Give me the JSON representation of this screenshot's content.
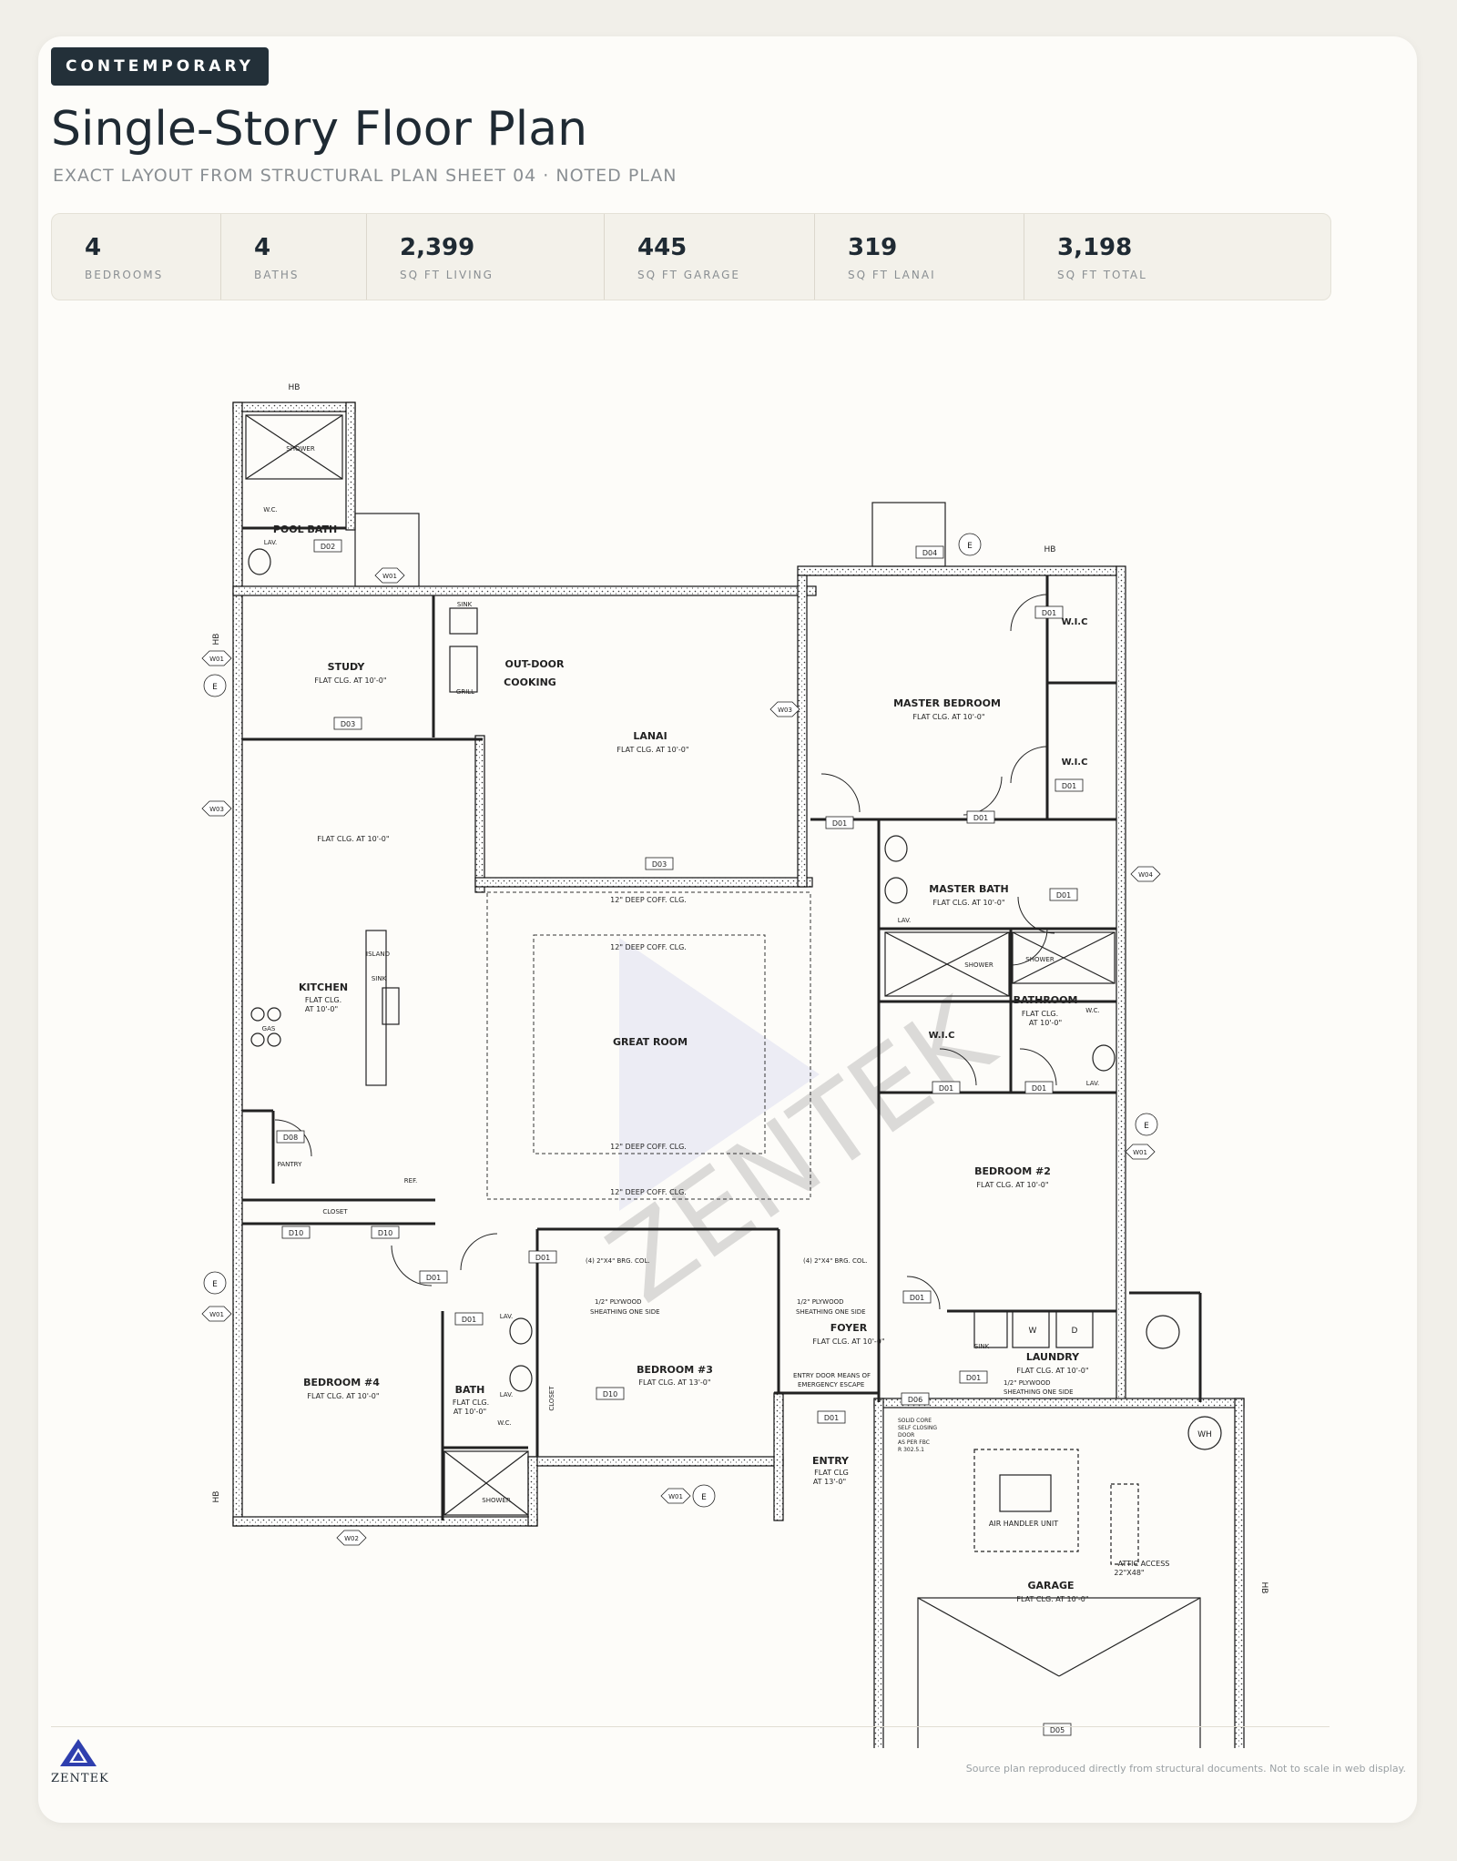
{
  "header": {
    "badge": "CONTEMPORARY",
    "title": "Single-Story Floor Plan",
    "subtitle": "EXACT LAYOUT FROM STRUCTURAL PLAN SHEET 04 · NOTED PLAN"
  },
  "stats": [
    {
      "value": "4",
      "label": "BEDROOMS"
    },
    {
      "value": "4",
      "label": "BATHS"
    },
    {
      "value": "2,399",
      "label": "SQ FT LIVING"
    },
    {
      "value": "445",
      "label": "SQ FT GARAGE"
    },
    {
      "value": "319",
      "label": "SQ FT LANAI"
    },
    {
      "value": "3,198",
      "label": "SQ FT TOTAL"
    }
  ],
  "plan": {
    "watermark": "ZENTEK",
    "rooms": {
      "pool_bath": "POOL BATH",
      "shower_pool": "SHOWER",
      "wc_pool": "W.C.",
      "lav_pool": "LAV.",
      "study": "STUDY",
      "study_clg": "FLAT CLG. AT 10'-0\"",
      "living_clg": "FLAT CLG. AT 10'-0\"",
      "outdoor_1": "OUT-DOOR",
      "outdoor_2": "COOKING",
      "sink": "SINK",
      "grill": "GRILL",
      "lanai": "LANAI",
      "lanai_clg": "FLAT CLG. AT 10'-0\"",
      "master_bedroom": "MASTER BEDROOM",
      "master_bedroom_clg": "FLAT CLG. AT 10'-0\"",
      "wic_a": "W.I.C",
      "wic_b": "W.I.C",
      "master_bath": "MASTER BATH",
      "master_bath_clg": "FLAT CLG. AT 10'-0\"",
      "lav_master": "LAV.",
      "shower_master_a": "SHOWER",
      "shower_master_b": "SHOWER",
      "bathroom": "BATHROOM",
      "bathroom_clg_1": "FLAT CLG.",
      "bathroom_clg_2": "AT 10'-0\"",
      "wc_bathroom": "W.C.",
      "lav_bathroom": "LAV.",
      "wic_c": "W.I.C",
      "kitchen": "KITCHEN",
      "kitchen_clg_1": "FLAT CLG.",
      "kitchen_clg_2": "AT 10'-0\"",
      "island": "ISLAND",
      "kitchen_sink": "SINK",
      "gas": "GAS",
      "coff_top": "12\" DEEP COFF. CLG.",
      "coff_inner_top": "12\" DEEP COFF. CLG.",
      "great_room": "GREAT ROOM",
      "coff_inner_bottom": "12\" DEEP COFF. CLG.",
      "coff_bottom": "12\" DEEP COFF. CLG.",
      "pantry": "PANTRY",
      "ref": "REF.",
      "closet": "CLOSET",
      "bedroom2": "BEDROOM #2",
      "bedroom2_clg": "FLAT CLG. AT 10'-0\"",
      "bedroom4": "BEDROOM #4",
      "bedroom4_clg": "FLAT CLG. AT 10'-0\"",
      "bath": "BATH",
      "bath_clg_1": "FLAT CLG.",
      "bath_clg_2": "AT 10'-0\"",
      "lav_bath_a": "LAV.",
      "lav_bath_b": "LAV.",
      "wc_bath": "W.C.",
      "shower_bath": "SHOWER",
      "closet_b3": "CLOSET",
      "bedroom3": "BEDROOM #3",
      "bedroom3_clg": "FLAT CLG. AT 13'-0\"",
      "foyer": "FOYER",
      "foyer_clg": "FLAT CLG. AT 10'-0\"",
      "laundry": "LAUNDRY",
      "laundry_clg": "FLAT CLG. AT 10'-0\"",
      "laundry_sink": "SINK",
      "washer": "W",
      "dryer": "D",
      "entry": "ENTRY",
      "entry_clg_1": "FLAT CLG",
      "entry_clg_2": "AT 13'-0\"",
      "air_handler": "AIR HANDLER UNIT",
      "attic_1": "ATTIC ACCESS",
      "attic_2": "22\"X48\"",
      "garage": "GARAGE",
      "garage_clg": "FLAT CLG. AT 10'-0\"",
      "wh": "WH"
    },
    "notes": {
      "brg_col_a": "(4) 2\"X4\" BRG. COL.",
      "brg_col_b": "(4) 2\"X4\" BRG. COL.",
      "plywood_a_1": "1/2\" PLYWOOD",
      "plywood_a_2": "SHEATHING ONE SIDE",
      "plywood_b_1": "1/2\" PLYWOOD",
      "plywood_b_2": "SHEATHING ONE SIDE",
      "plywood_c_1": "1/2\" PLYWOOD",
      "plywood_c_2": "SHEATHING ONE SIDE",
      "entry_door_1": "ENTRY DOOR MEANS OF",
      "entry_door_2": "EMERGENCY ESCAPE",
      "solid_1": "SOLID CORE",
      "solid_2": "SELF CLOSING",
      "solid_3": "DOOR",
      "solid_4": "AS PER FBC",
      "solid_5": "R 302.5.1"
    },
    "tags": {
      "d01_a": "D01",
      "d01_b": "D01",
      "d01_c": "D01",
      "d01_d": "D01",
      "d01_e": "D01",
      "d01_f": "D01",
      "d01_g": "D01",
      "d01_h": "D01",
      "d01_i": "D01",
      "d01_j": "D01",
      "d01_k": "D01",
      "d01_l": "D01",
      "d01_m": "D01",
      "d02": "D02",
      "d03_a": "D03",
      "d03_b": "D03",
      "d04": "D04",
      "d05": "D05",
      "d06": "D06",
      "d08": "D08",
      "d10_a": "D10",
      "d10_b": "D10",
      "d10_c": "D10"
    },
    "windows": {
      "w01_a": "W01",
      "w01_b": "W01",
      "w01_c": "W01",
      "w01_d": "W01",
      "w01_e": "W01",
      "w02": "W02",
      "w03_a": "W03",
      "w03_b": "W03",
      "w04": "W04"
    },
    "markers": {
      "hb_a": "HB",
      "hb_b": "HB",
      "hb_c": "HB",
      "hb_d": "HB",
      "hb_e": "HB",
      "e_a": "E",
      "e_b": "E",
      "e_c": "E",
      "e_d": "E",
      "e_e": "E"
    }
  },
  "footer": {
    "logo": "ZENTEK",
    "note": "Source plan reproduced directly from structural documents. Not to scale in web display."
  }
}
